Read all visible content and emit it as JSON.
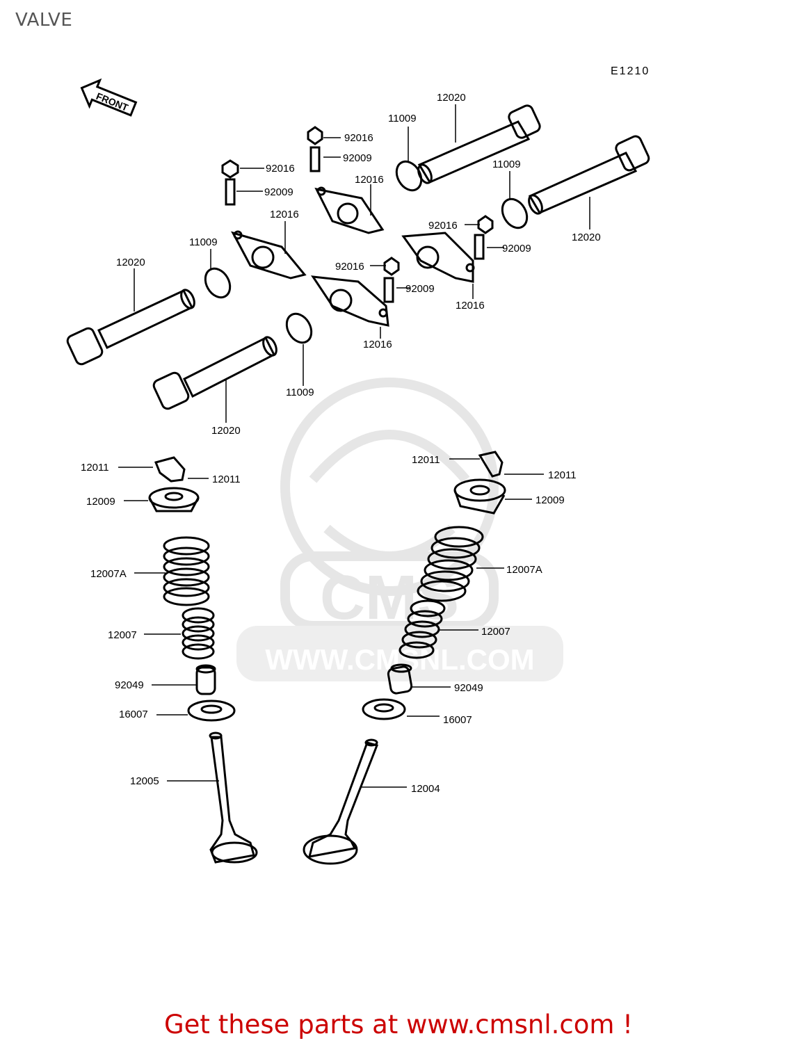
{
  "title": "VALVE",
  "diagram_code": "E1210",
  "front_label": "FRONT",
  "watermark_url": "WWW.CMSNL.COM",
  "watermark_brand": "CMS",
  "cta_text": "Get these parts at www.cmsnl.com !",
  "colors": {
    "cta": "#cc0000",
    "line": "#000000",
    "watermark": "#e6e6e6"
  },
  "parts": {
    "p11009": "11009",
    "p12020": "12020",
    "p92016": "92016",
    "p92009": "92009",
    "p12016": "12016",
    "p12011": "12011",
    "p12009": "12009",
    "p12007A": "12007A",
    "p12007": "12007",
    "p92049": "92049",
    "p16007": "16007",
    "p12005": "12005",
    "p12004": "12004"
  }
}
